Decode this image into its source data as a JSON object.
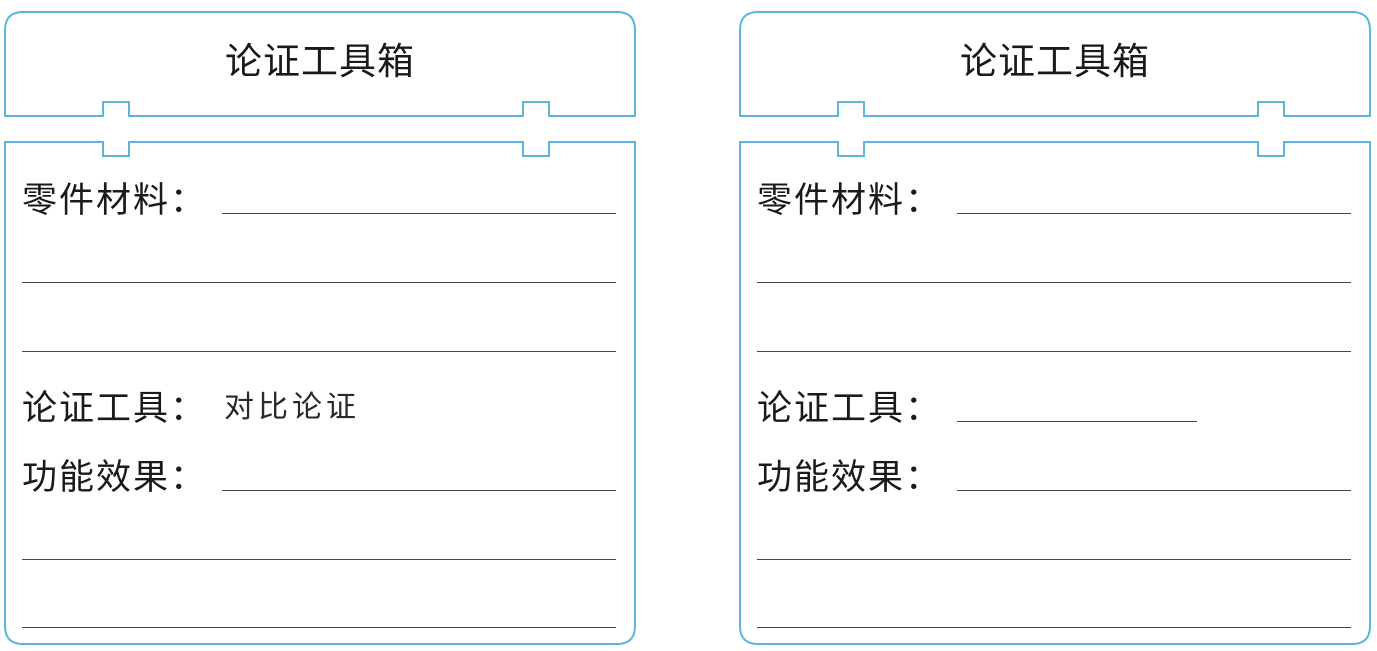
{
  "boxes": [
    {
      "title": "论证工具箱",
      "materials_label": "零件材料：",
      "tool_label": "论证工具：",
      "tool_value": "对比论证",
      "effect_label": "功能效果："
    },
    {
      "title": "论证工具箱",
      "materials_label": "零件材料：",
      "tool_label": "论证工具：",
      "tool_value": "",
      "effect_label": "功能效果："
    }
  ],
  "colors": {
    "frame_border": "#5fb6dc"
  }
}
